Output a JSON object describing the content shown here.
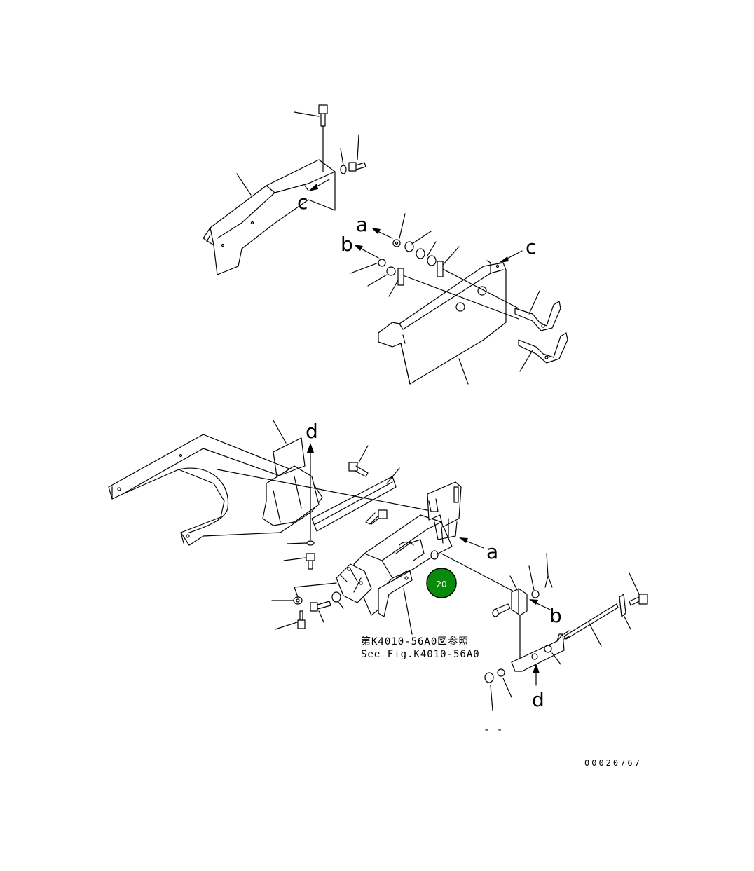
{
  "callouts": {
    "c_top": "c",
    "a_top": "a",
    "b_top": "b",
    "c_right": "c",
    "d_mid": "d",
    "a_mid": "a",
    "b_mid": "b",
    "d_bottom": "d"
  },
  "reference": {
    "line_jp": "第K4010-56A0図参照",
    "line_en": "See Fig.K4010-56A0"
  },
  "badge": {
    "number": "20",
    "color": "#0a8a0a"
  },
  "figure_number": "00020767"
}
